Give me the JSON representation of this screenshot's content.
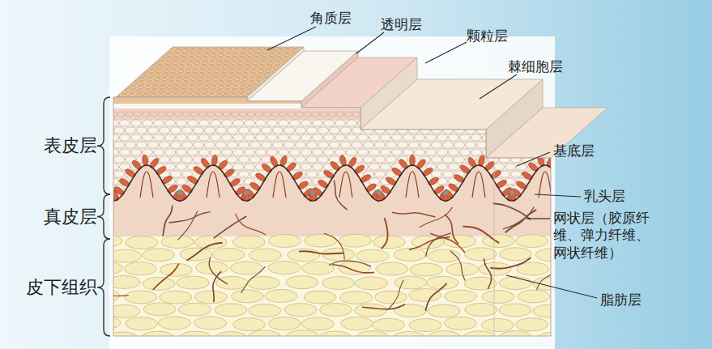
{
  "diagram": {
    "labels": [
      "角质层",
      "透明层",
      "颗粒层",
      "棘细胞层",
      "表皮层",
      "基底层",
      "乳头层",
      "真皮层",
      "网状层（胶原纤维、弹力纤维、网状纤维）",
      "皮下组织",
      "脂肪层"
    ]
  }
}
